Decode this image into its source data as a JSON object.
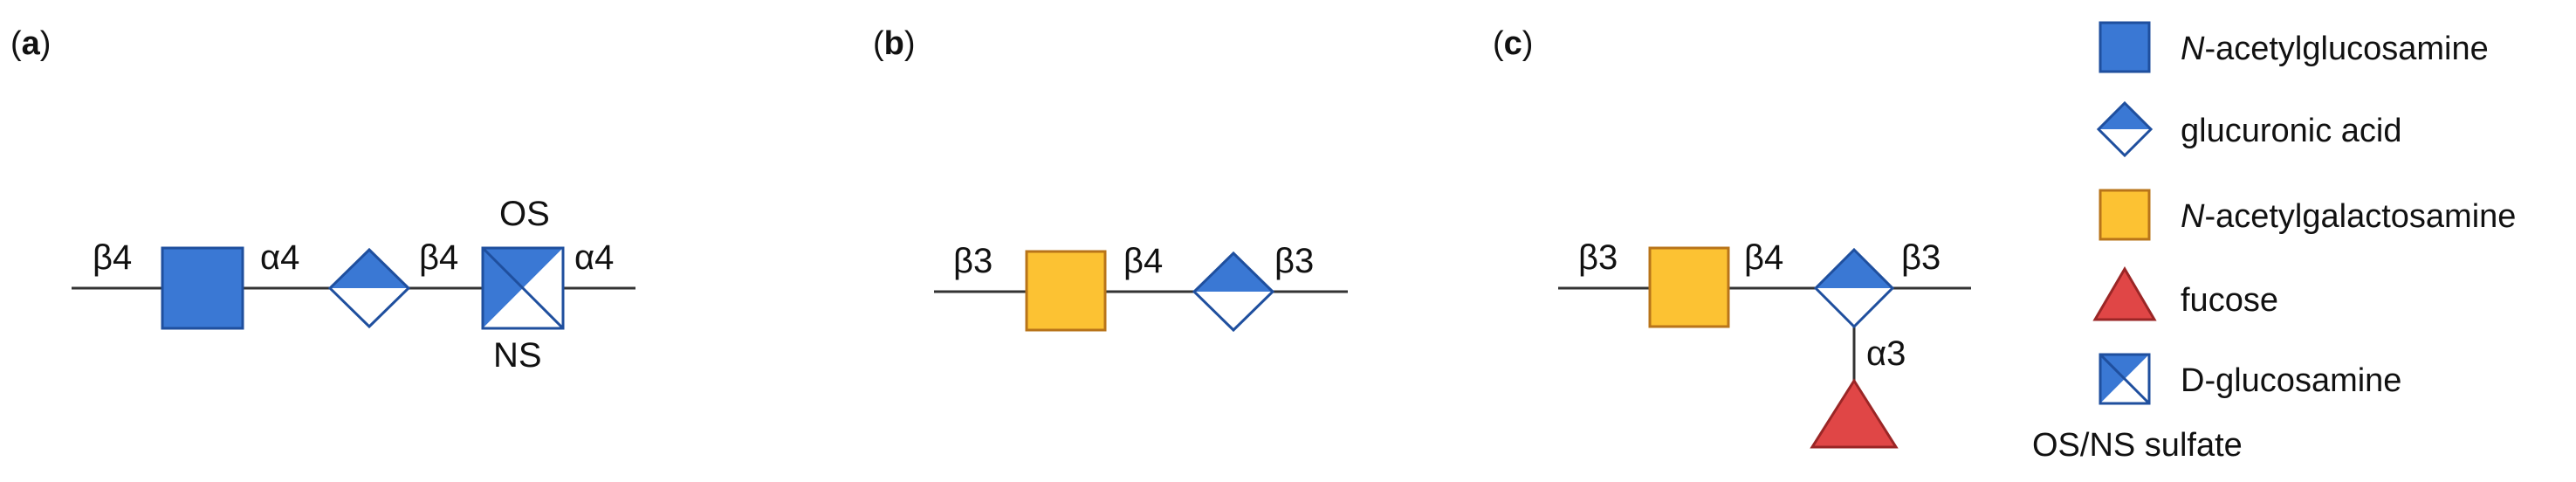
{
  "colors": {
    "glcnac_fill": "#3a78d4",
    "glcnac_stroke": "#1f4f9e",
    "galnac_fill": "#fcc233",
    "galnac_stroke": "#b8741a",
    "fucose_fill": "#e04646",
    "fucose_stroke": "#9a2626",
    "line": "#333333"
  },
  "panels": {
    "a": {
      "label_open": "(",
      "label_letter": "a",
      "label_close": ")",
      "links": [
        "β4",
        "α4",
        "β4",
        "α4"
      ],
      "os": "OS",
      "ns": "NS"
    },
    "b": {
      "label_open": "(",
      "label_letter": "b",
      "label_close": ")",
      "links": [
        "β3",
        "β4",
        "β3"
      ]
    },
    "c": {
      "label_open": "(",
      "label_letter": "c",
      "label_close": ")",
      "links": [
        "β3",
        "β4",
        "β3",
        "α3"
      ]
    }
  },
  "legend": {
    "items": [
      {
        "icon": "glcnac-square-icon",
        "prefix": "N",
        "text": "-acetylglucosamine"
      },
      {
        "icon": "glucuronic-diamond-icon",
        "prefix": "",
        "text": "glucuronic acid"
      },
      {
        "icon": "galnac-square-icon",
        "prefix": "N",
        "text": "-acetylgalactosamine"
      },
      {
        "icon": "fucose-triangle-icon",
        "prefix": "",
        "text": "fucose"
      },
      {
        "icon": "glucosamine-split-square-icon",
        "prefix": "",
        "text": "D-glucosamine"
      }
    ],
    "sulfate_note": "OS/NS sulfate"
  }
}
